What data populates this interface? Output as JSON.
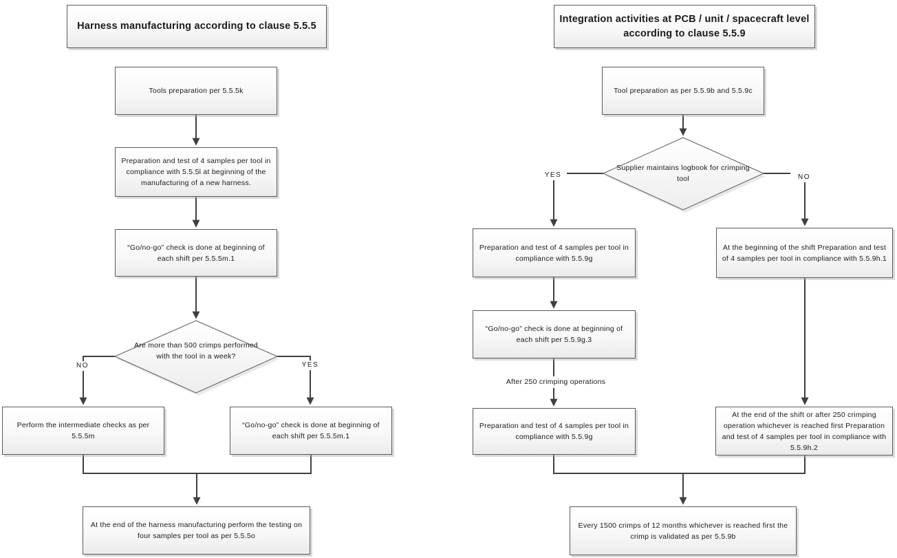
{
  "colors": {
    "line": "#3f3f3f",
    "box_border": "#595959",
    "box_fill_top": "#ffffff",
    "box_fill_bottom": "#ebebeb",
    "text": "#1a1a1a",
    "background": "#ffffff"
  },
  "left_chart": {
    "title": "Harness  manufacturing according to clause 5.5.5",
    "nodes": {
      "tools_prep": "Tools preparation per 5.5.5k",
      "prep_test_samples": "Preparation and test of 4 samples per tool in compliance with 5.5.5l at beginning of the manufacturing of a new harness.",
      "gonogo_shift": "“Go/no-go” check is done at beginning of each shift per 5.5.5m.1",
      "decision": "Are more than 500 crimps performed with the tool in a week?",
      "no_branch": "Perform the intermediate checks as per 5.5.5m",
      "yes_branch": "“Go/no-go” check is done at beginning of each shift per 5.5.5m.1",
      "final": "At the end of the harness manufacturing perform the testing on four samples per tool as per 5.5.5o"
    },
    "labels": {
      "no": "NO",
      "yes": "YES"
    }
  },
  "right_chart": {
    "title_line1": "Integration activities at PCB / unit / spacecraft level",
    "title_line2": "according to clause 5.5.9",
    "nodes": {
      "tool_prep": "Tool preparation as per 5.5.9b and 5.5.9c",
      "decision": "Supplier maintains logbook for crimping tool",
      "yes_prep_test": "Preparation and test of 4 samples per tool in compliance with 5.5.9g",
      "yes_gonogo": "“Go/no-go” check is done at beginning of each shift per 5.5.9g.3",
      "yes_prep_test2": "Preparation and test of 4 samples per tool in compliance with 5.5.9g",
      "no_begin_shift": "At the beginning of the shift Preparation and test of 4 samples per tool in compliance with 5.5.9h.1",
      "no_end_shift": "At the end  of the shift or after 250 crimping operation whichever is reached first Preparation and test of 4 samples per tool in compliance with 5.5.9h.2",
      "final": "Every 1500 crimps of 12 months whichever is reached first the crimp is validated as per 5.5.9b"
    },
    "labels": {
      "yes": "YES",
      "no": "NO",
      "after_250": "After 250 crimping operations"
    }
  }
}
